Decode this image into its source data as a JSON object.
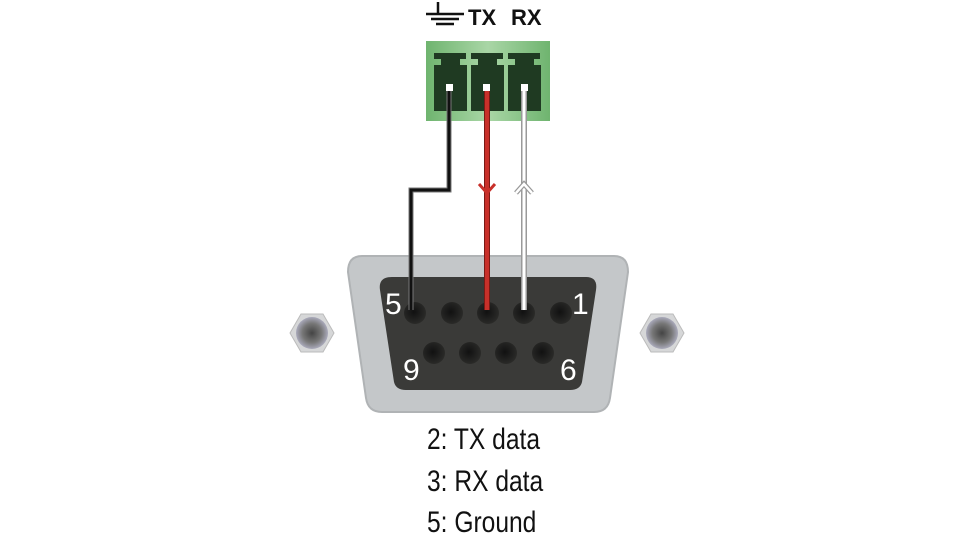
{
  "header": {
    "ground_icon": "ground-icon",
    "tx_label": "TX",
    "rx_label": "RX"
  },
  "connector": {
    "pin_labels": {
      "top_left": "5",
      "top_right": "1",
      "bottom_left": "9",
      "bottom_right": "6"
    }
  },
  "legend": [
    {
      "text": "2: TX data"
    },
    {
      "text": "3: RX data"
    },
    {
      "text": "5: Ground"
    }
  ],
  "colors": {
    "terminal_green": "#7fbf7f",
    "tx_wire": "#c8302a",
    "ground_wire": "#111111",
    "rx_wire": "#ffffff",
    "shell": "#c4c7c9",
    "face": "#3a3a38"
  }
}
